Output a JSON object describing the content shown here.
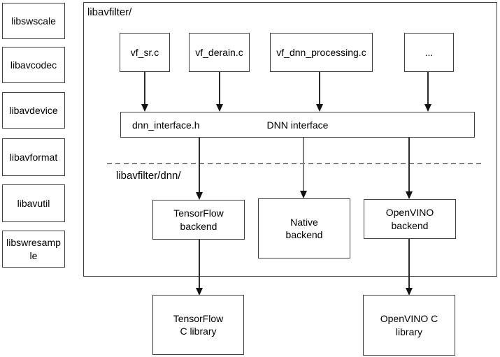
{
  "colors": {
    "background": "#ffffff",
    "box_border": "#404040",
    "arrow": "#111111",
    "native_connector_stem": "#808080",
    "text": "#000000"
  },
  "external_modules": [
    {
      "label": "libswscale"
    },
    {
      "label": "libavcodec"
    },
    {
      "label": "libavdevice"
    },
    {
      "label": "libavformat"
    },
    {
      "label": "libavutil"
    },
    {
      "label": "libswresample"
    }
  ],
  "libavfilter": {
    "title": "libavfilter/",
    "filter_sources": [
      {
        "label": "vf_sr.c"
      },
      {
        "label": "vf_derain.c"
      },
      {
        "label": "vf_dnn_processing.c"
      },
      {
        "label": "..."
      }
    ],
    "dnn_interface": {
      "header_file": "dnn_interface.h",
      "title": "DNN interface"
    },
    "dnn_dir_label": "libavfilter/dnn/",
    "backends": [
      {
        "label": "TensorFlow\nbackend"
      },
      {
        "label": "Native\nbackend"
      },
      {
        "label": "OpenVINO\nbackend"
      }
    ]
  },
  "external_libraries": [
    {
      "label": "TensorFlow\nC library"
    },
    {
      "label": "OpenVINO C\nlibrary"
    }
  ]
}
